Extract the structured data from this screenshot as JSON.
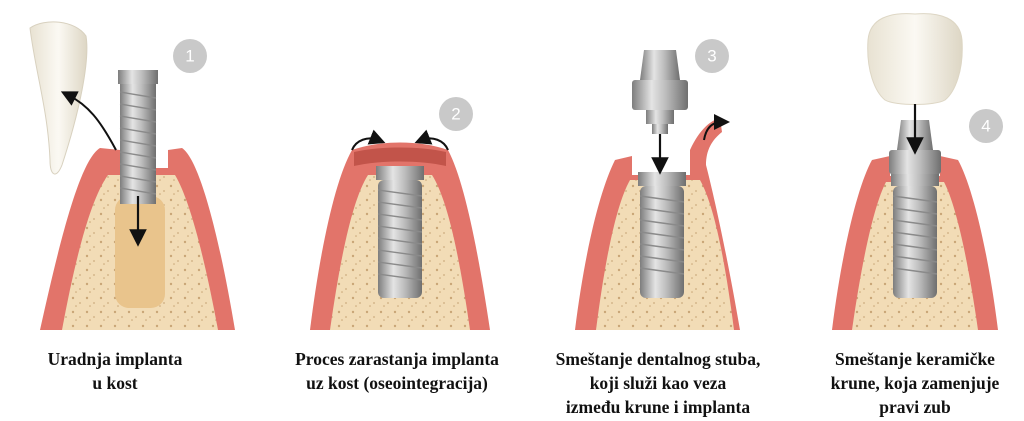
{
  "steps": [
    {
      "number": "1",
      "caption_lines": [
        "Uradnja implanta",
        "u kost"
      ]
    },
    {
      "number": "2",
      "caption_lines": [
        "Proces zarastanja implanta",
        "uz kost (oseointegracija)"
      ]
    },
    {
      "number": "3",
      "caption_lines": [
        "Smeštanje dentalnog stuba,",
        "koji služi kao  veza",
        "između krune i  implanta"
      ]
    },
    {
      "number": "4",
      "caption_lines": [
        "Smeštanje keramičke",
        "krune, koja zamenjuje",
        "pravi zub"
      ]
    }
  ],
  "colors": {
    "gum": "#e2746a",
    "gum_dark": "#c2544a",
    "gum_light": "#f3a79d",
    "bone": "#f2dcb6",
    "bone_dot": "#c9a677",
    "metal": "#a8a8a8",
    "badge": "#c9c9c9",
    "tooth": "#f4f1e8"
  }
}
